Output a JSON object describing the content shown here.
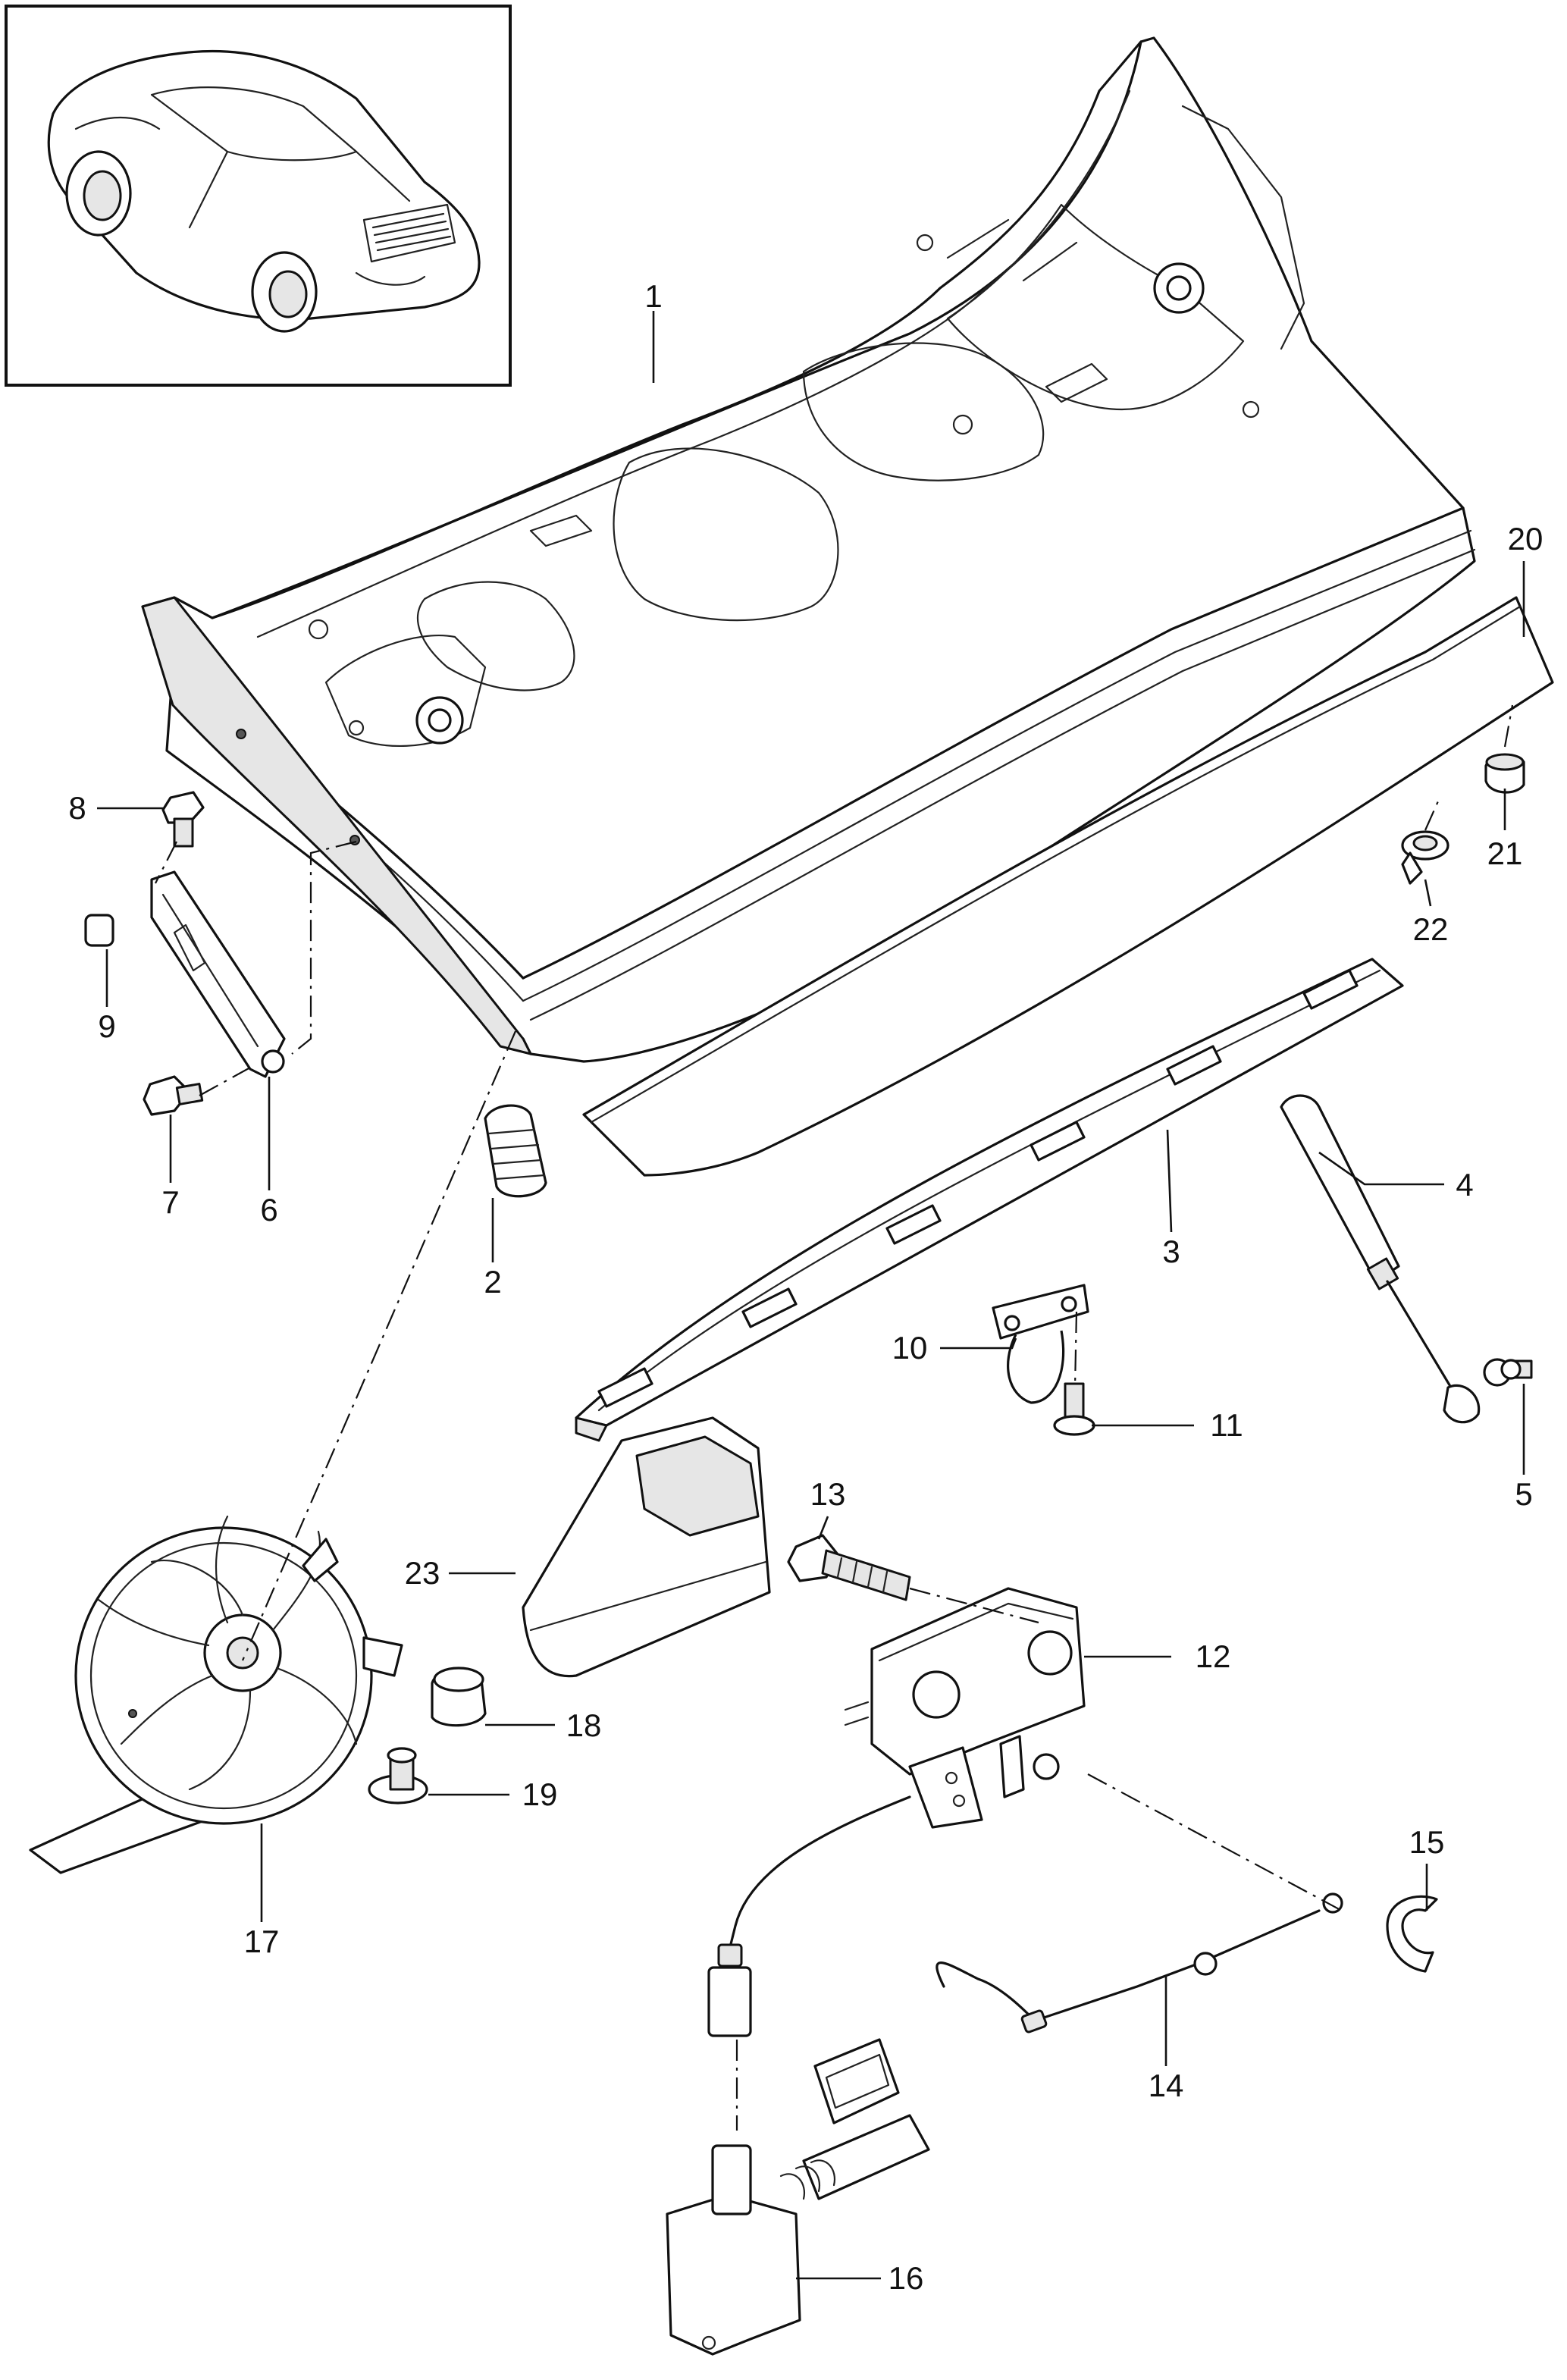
{
  "inset": {
    "label": "vehicle-overview-thumbnail"
  },
  "callouts": [
    {
      "id": "1",
      "text": "1"
    },
    {
      "id": "2",
      "text": "2"
    },
    {
      "id": "3",
      "text": "3"
    },
    {
      "id": "4",
      "text": "4"
    },
    {
      "id": "5",
      "text": "5"
    },
    {
      "id": "6",
      "text": "6"
    },
    {
      "id": "7",
      "text": "7"
    },
    {
      "id": "8",
      "text": "8"
    },
    {
      "id": "9",
      "text": "9"
    },
    {
      "id": "10",
      "text": "10"
    },
    {
      "id": "11",
      "text": "11"
    },
    {
      "id": "12",
      "text": "12"
    },
    {
      "id": "13",
      "text": "13"
    },
    {
      "id": "14",
      "text": "14"
    },
    {
      "id": "15",
      "text": "15"
    },
    {
      "id": "16",
      "text": "16"
    },
    {
      "id": "17",
      "text": "17"
    },
    {
      "id": "18",
      "text": "18"
    },
    {
      "id": "19",
      "text": "19"
    },
    {
      "id": "20",
      "text": "20"
    },
    {
      "id": "21",
      "text": "21"
    },
    {
      "id": "22",
      "text": "22"
    },
    {
      "id": "23",
      "text": "23"
    }
  ],
  "colors": {
    "line": "#111111",
    "background": "#ffffff",
    "fill_gray": "#e6e6e6"
  }
}
